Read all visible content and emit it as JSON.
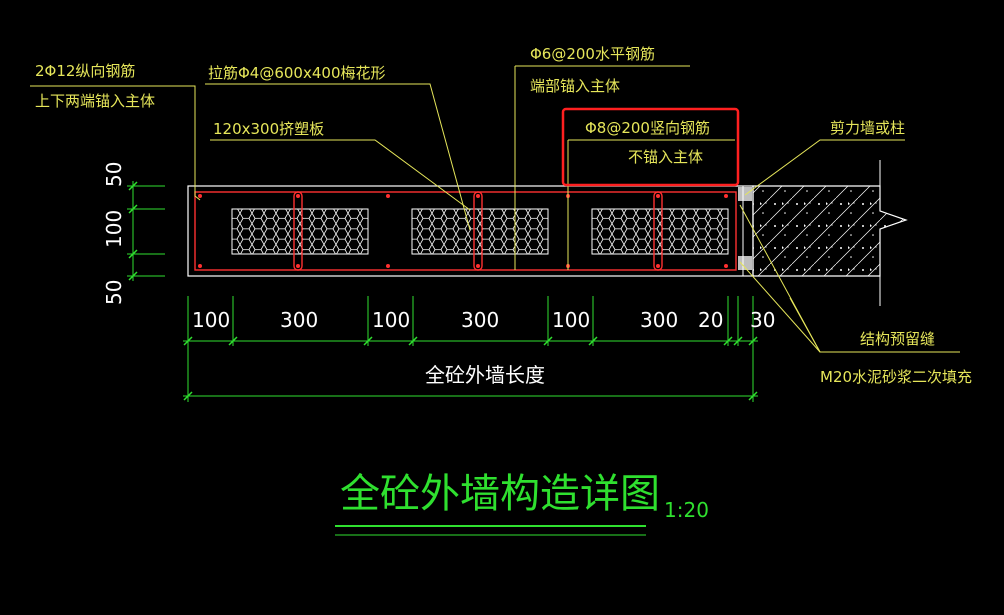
{
  "colors": {
    "background": "#000000",
    "wall_outline": "#ffffff",
    "rebar": "#ff3030",
    "leader": "#e6e65a",
    "dimension": "#2fe02f",
    "hex_fill": "#ffffff",
    "highlight": "#ff2020"
  },
  "labels": {
    "long_rebar_1": "2Φ12纵向钢筋",
    "long_rebar_2": "上下两端锚入主体",
    "tie_bar": "拉筋Φ4@600x400梅花形",
    "foam_board": "120x300挤塑板",
    "horiz_rebar_1": "Φ6@200水平钢筋",
    "horiz_rebar_2": "端部锚入主体",
    "vert_rebar_1": "Φ8@200竖向钢筋",
    "vert_rebar_2": "不锚入主体",
    "shear_wall": "剪力墙或柱",
    "joint_1": "结构预留缝",
    "joint_2": "M20水泥砂浆二次填充"
  },
  "dimensions": {
    "horizontal": [
      "100",
      "300",
      "100",
      "300",
      "100",
      "300",
      "20",
      "30"
    ],
    "vertical": [
      "50",
      "100",
      "50"
    ],
    "total_label": "全砼外墙长度"
  },
  "title": {
    "main": "全砼外墙构造详图",
    "scale": "1:20"
  }
}
